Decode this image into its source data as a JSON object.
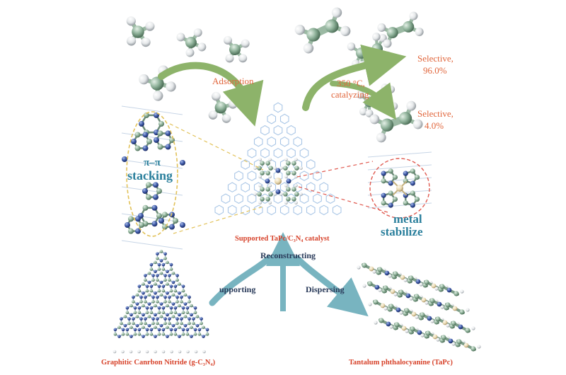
{
  "labels": {
    "adsorption": "Adsorption",
    "temperature": "350 °C,",
    "catalyzing": "catalyzing",
    "selective_top": "Selective,",
    "selective_top_value": "96.0%",
    "selective_bottom": "Selective,",
    "selective_bottom_value": "4.0%",
    "pi_pi": "π–π",
    "stacking": "stacking",
    "metal": "metal",
    "stabilize": "stabilize",
    "catalyst_caption": "Supported TaPc/C₃N₄ catalyst",
    "reconstructing": "Reconstructing",
    "supporting": "upporting",
    "dispersing": "Dispersing",
    "gcn_caption": "Graphitic Canrbon Nitride (g-C₃N₄)",
    "tapc_caption": "Tantalum phthalocyanine (TaPc)"
  },
  "colors": {
    "arrow_green": "#8db36a",
    "arrow_teal": "#78b4c0",
    "carbon": "#8fb29a",
    "hydrogen": "#e9eced",
    "nitrogen": "#3e5aa8",
    "tantalum": "#e9d9b0",
    "dash_yellow": "#e2c25a",
    "dash_red": "#e05a50",
    "label_red": "#d7432b"
  },
  "icons": [
    "methane-molecule-icon",
    "ethylene-molecule-icon",
    "ethane-molecule-icon"
  ]
}
